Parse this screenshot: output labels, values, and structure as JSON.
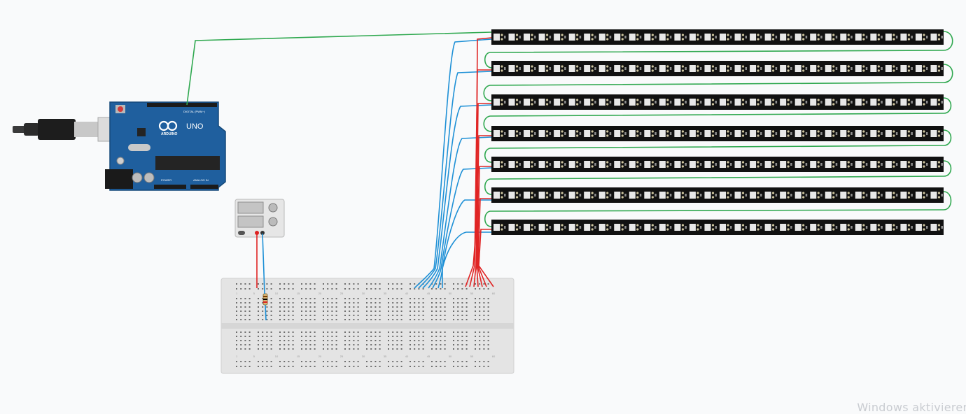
{
  "arduino": {
    "model": "UNO",
    "brand": "ARDUINO",
    "digital_header": "DIGITAL (PWM~)",
    "power_header": "POWER",
    "analog_header": "ANALOG IN",
    "board_color": "#1f5f9e"
  },
  "breadboard": {
    "column_labels": [
      "1",
      "5",
      "10",
      "15",
      "20",
      "25",
      "30",
      "35",
      "40",
      "45",
      "50",
      "55",
      "60"
    ]
  },
  "led_strips": {
    "count": 7,
    "pixels_per_strip": 30
  },
  "wire_colors": {
    "data": "#2fa84f",
    "signal": "#1e90d6",
    "power": "#e02424"
  },
  "watermark": "Windows aktivieren"
}
